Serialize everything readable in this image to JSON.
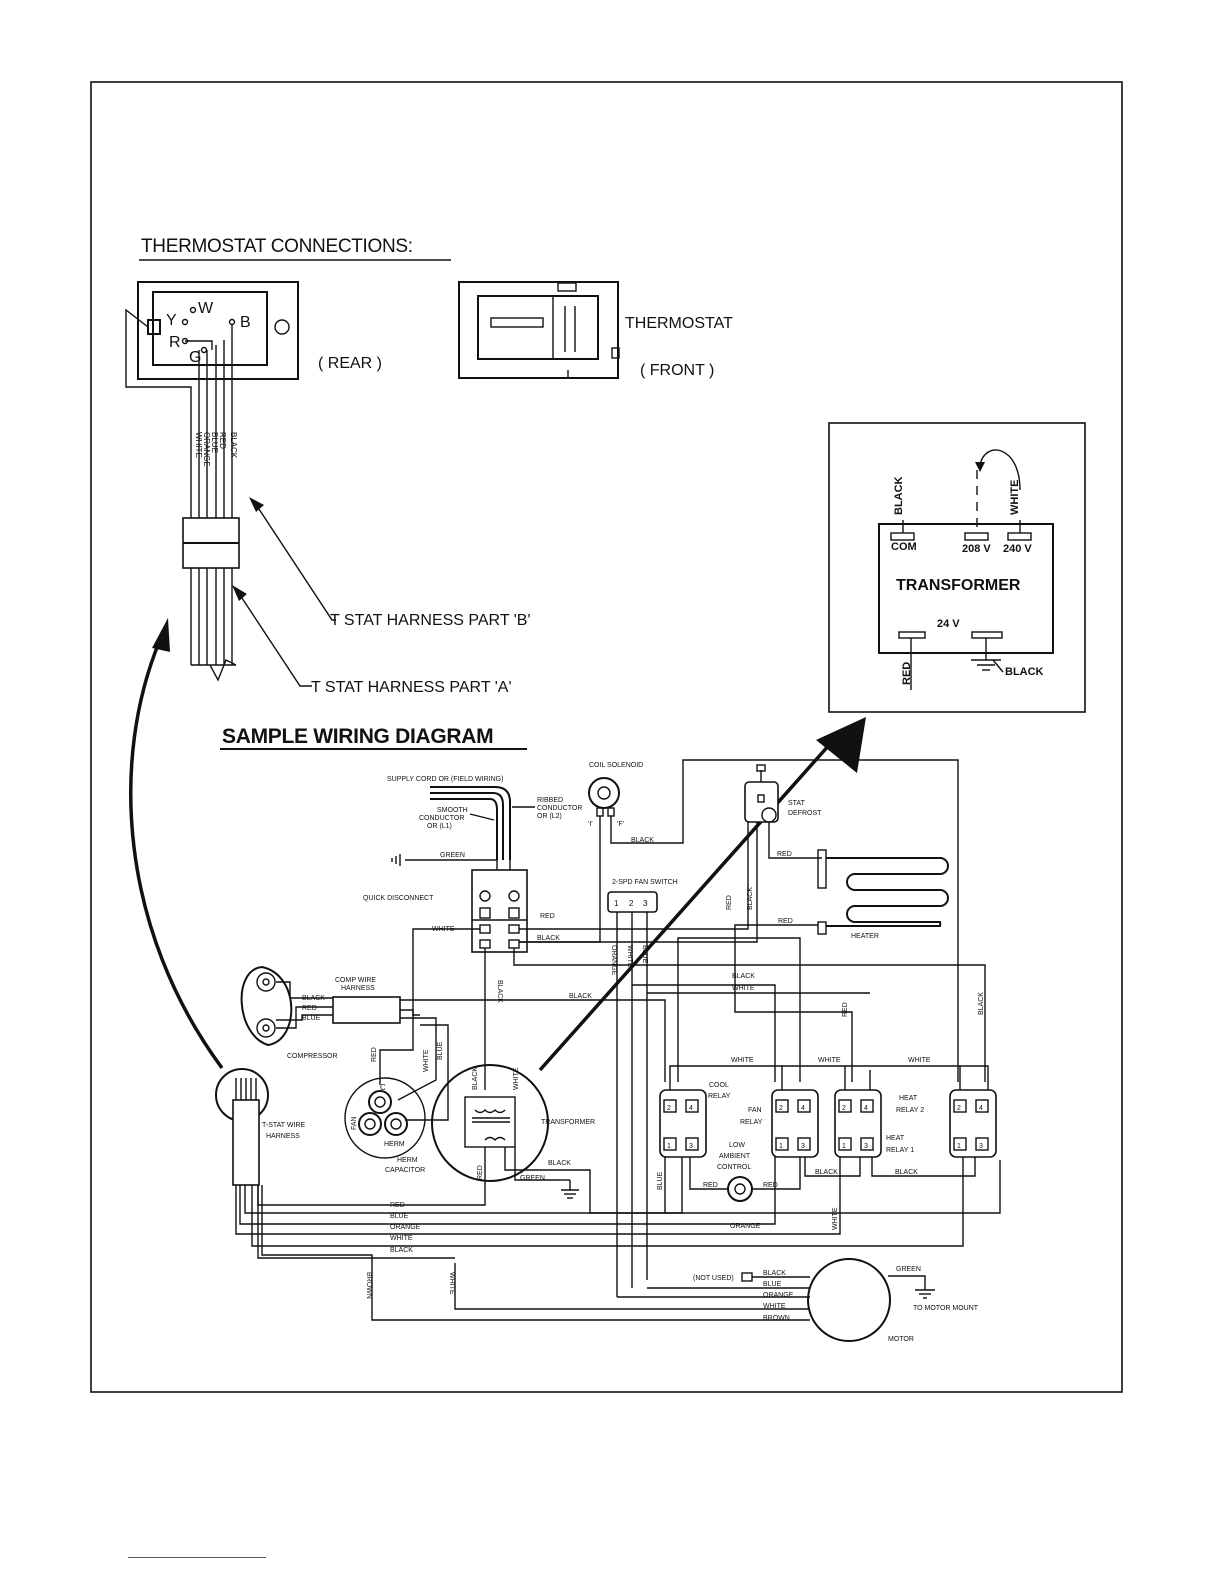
{
  "thermostat": {
    "heading": "THERMOSTAT CONNECTIONS:",
    "rear_label": "( REAR )",
    "front_label": "( FRONT )",
    "thermostat_label": "THERMOSTAT",
    "terminals": [
      "W",
      "Y",
      "B",
      "R",
      "G"
    ],
    "wire_colors": [
      "WHITE",
      "ORANGE",
      "BLUE",
      "RED",
      "BLACK"
    ],
    "harness_b": "T STAT HARNESS PART 'B'",
    "harness_a": "T STAT HARNESS PART 'A'"
  },
  "transformer_detail": {
    "title": "TRANSFORMER",
    "terminals": [
      "COM",
      "208 V",
      "240 V"
    ],
    "secondary": "24 V",
    "wires": {
      "black_top": "BLACK",
      "white": "WHITE",
      "red": "RED",
      "black_bottom": "BLACK"
    }
  },
  "wiring": {
    "title": "SAMPLE WIRING DIAGRAM",
    "supply_cord": "SUPPLY CORD OR (FIELD WIRING)",
    "smooth_conductor": [
      "SMOOTH",
      "CONDUCTOR",
      "OR (L1)"
    ],
    "ribbed_conductor": [
      "RIBBED",
      "CONDUCTOR",
      "OR (L2)"
    ],
    "coil_solenoid": "COIL SOLENOID",
    "stat_defrost": [
      "STAT",
      "DEFROST"
    ],
    "quick_disconnect": "QUICK DISCONNECT",
    "fan_switch": "2-SPD FAN SWITCH",
    "fan_switch_positions": [
      "1",
      "2",
      "3"
    ],
    "heater": "HEATER",
    "comp_wire_harness": [
      "COMP WIRE",
      "HARNESS"
    ],
    "compressor": "COMPRESSOR",
    "tstat_wire_harness": [
      "T-STAT WIRE",
      "HARNESS"
    ],
    "capacitor_terms": [
      "C",
      "FAN",
      "HERM"
    ],
    "capacitor": [
      "HERM",
      "CAPACITOR"
    ],
    "transformer": "TRANSFORMER",
    "cool_relay": [
      "COOL",
      "RELAY"
    ],
    "fan_relay": [
      "FAN",
      "RELAY"
    ],
    "low_ambient": [
      "LOW",
      "AMBIENT",
      "CONTROL"
    ],
    "heat_relay_2": [
      "HEAT",
      "RELAY 2"
    ],
    "heat_relay_1": [
      "HEAT",
      "RELAY 1"
    ],
    "relay_pins": [
      "2",
      "4",
      "1",
      "3"
    ],
    "not_used": "(NOT USED)",
    "motor": "MOTOR",
    "to_motor_mount": "TO MOTOR MOUNT",
    "motor_wires": [
      "BLACK",
      "BLUE",
      "ORANGE",
      "WHITE",
      "BROWN"
    ],
    "harness_wires": [
      "RED",
      "BLUE",
      "ORANGE",
      "WHITE",
      "BLACK"
    ],
    "comp_wires": [
      "BLACK",
      "RED",
      "BLUE"
    ],
    "wire_labels": {
      "green": "GREEN",
      "black": "BLACK",
      "red": "RED",
      "white": "WHITE",
      "blue": "BLUE",
      "orange": "ORANGE",
      "brown": "BROWN"
    },
    "solenoid_pins": [
      "'I'",
      "'F'"
    ]
  }
}
